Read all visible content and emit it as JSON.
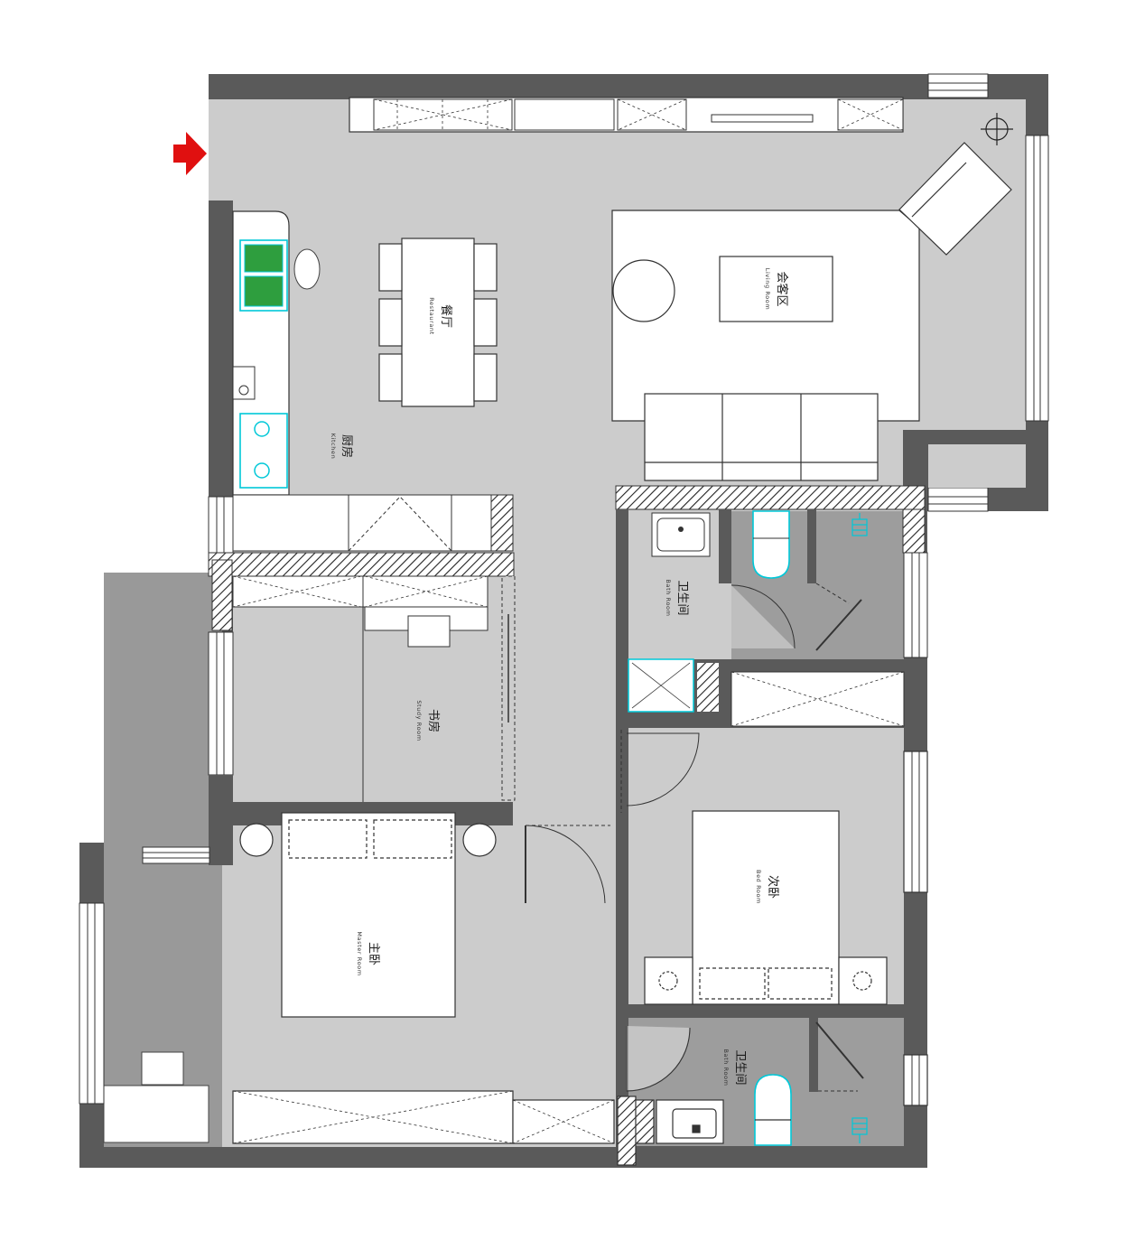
{
  "colors": {
    "wall": "#5a5a5a",
    "floor": "#cccccc",
    "wet_floor": "#9d9d9d",
    "balcony": "#999999",
    "furniture": "#ffffff",
    "outline": "#222222",
    "fixture": "#00c8d8",
    "sink_fill": "#2e9e3e",
    "entrance_arrow": "#e01010"
  },
  "icons": {
    "entrance": "entrance-arrow-icon",
    "ceiling_light": "ceiling-light-icon",
    "floor_drain": "floor-drain-icon"
  },
  "rooms": {
    "restaurant": {
      "zh": "餐厅",
      "en": "Restaurant"
    },
    "kitchen": {
      "zh": "厨房",
      "en": "Kitchen"
    },
    "living": {
      "zh": "会客区",
      "en": "Living Room"
    },
    "bath_top": {
      "zh": "卫生间",
      "en": "Bath Room"
    },
    "study": {
      "zh": "书房",
      "en": "Study Room"
    },
    "bedroom": {
      "zh": "次卧",
      "en": "Bed Room"
    },
    "master": {
      "zh": "主卧",
      "en": "Master Room"
    },
    "bath_bottom": {
      "zh": "卫生间",
      "en": "Bath Room"
    }
  }
}
